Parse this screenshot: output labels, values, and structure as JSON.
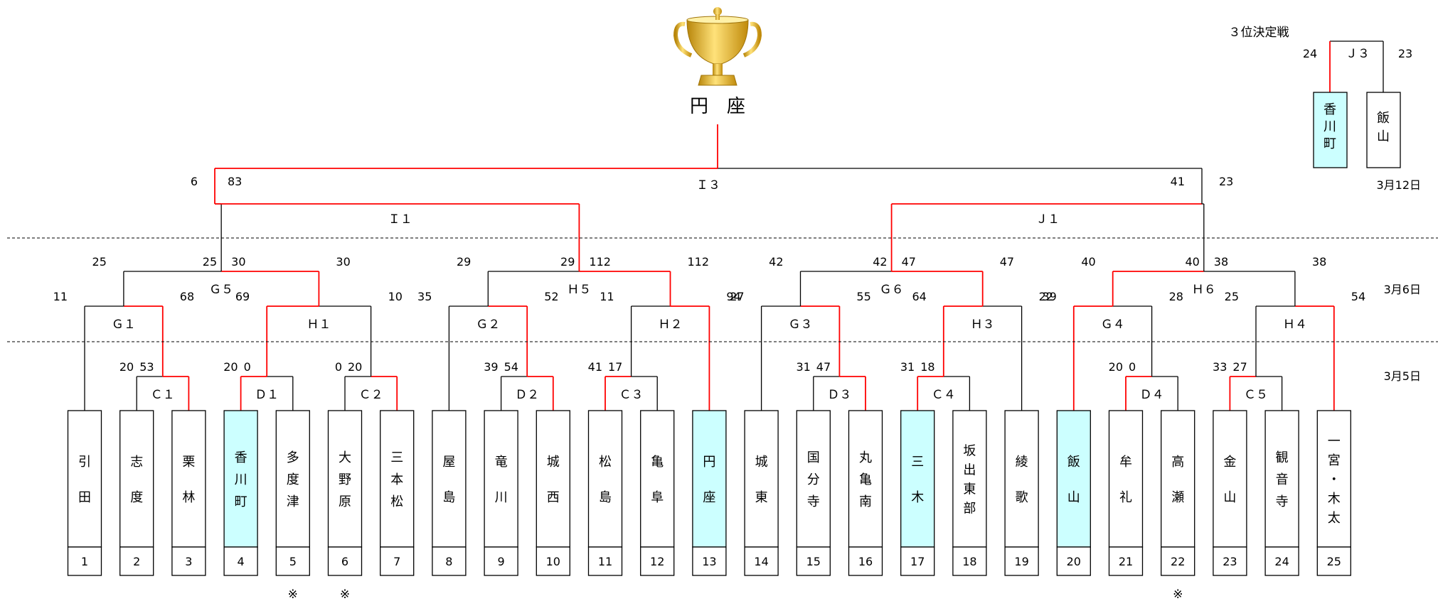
{
  "champion": "円　座",
  "third_place": {
    "title": "３位決定戦",
    "match": "Ｊ３",
    "left_score": "24",
    "right_score": "23",
    "left_team": "香川町",
    "right_team": "飯山",
    "winner": "left"
  },
  "dates": [
    "3月12日",
    "3月6日",
    "3月5日"
  ],
  "note_mark": "※",
  "colors": {
    "win": "#ff0000",
    "line": "#000000",
    "highlight": "#ccffff"
  },
  "teams": [
    {
      "num": "1",
      "name": "引田"
    },
    {
      "num": "2",
      "name": "志度"
    },
    {
      "num": "3",
      "name": "栗林"
    },
    {
      "num": "4",
      "name": "香川町",
      "hl": true
    },
    {
      "num": "5",
      "name": "多度津",
      "note": true
    },
    {
      "num": "6",
      "name": "大野原",
      "note": true
    },
    {
      "num": "7",
      "name": "三本松"
    },
    {
      "num": "8",
      "name": "屋島"
    },
    {
      "num": "9",
      "name": "竜川"
    },
    {
      "num": "10",
      "name": "城西"
    },
    {
      "num": "11",
      "name": "松島"
    },
    {
      "num": "12",
      "name": "亀阜"
    },
    {
      "num": "13",
      "name": "円座",
      "hl": true
    },
    {
      "num": "14",
      "name": "城東"
    },
    {
      "num": "15",
      "name": "国分寺"
    },
    {
      "num": "16",
      "name": "丸亀南"
    },
    {
      "num": "17",
      "name": "三木",
      "hl": true
    },
    {
      "num": "18",
      "name": "坂出東部"
    },
    {
      "num": "19",
      "name": "綾歌"
    },
    {
      "num": "20",
      "name": "飯山",
      "hl": true
    },
    {
      "num": "21",
      "name": "牟礼"
    },
    {
      "num": "22",
      "name": "高瀬",
      "note": true
    },
    {
      "num": "23",
      "name": "金山"
    },
    {
      "num": "24",
      "name": "観音寺"
    },
    {
      "num": "25",
      "name": "一宮・木太"
    }
  ],
  "matches": [
    {
      "label": "Ｃ１",
      "a": "2",
      "b": "3",
      "sa": "20",
      "sb": "53",
      "win": "b"
    },
    {
      "label": "Ｄ１",
      "a": "4",
      "b": "5",
      "sa": "20",
      "sb": "0",
      "win": "a"
    },
    {
      "label": "Ｃ２",
      "a": "6",
      "b": "7",
      "sa": "0",
      "sb": "20",
      "win": "b"
    },
    {
      "label": "Ｄ２",
      "a": "9",
      "b": "10",
      "sa": "39",
      "sb": "54",
      "win": "b"
    },
    {
      "label": "Ｃ３",
      "a": "11",
      "b": "12",
      "sa": "41",
      "sb": "17",
      "win": "a"
    },
    {
      "label": "Ｄ３",
      "a": "15",
      "b": "16",
      "sa": "31",
      "sb": "47",
      "win": "b"
    },
    {
      "label": "Ｃ４",
      "a": "17",
      "b": "18",
      "sa": "31",
      "sb": "18",
      "win": "a"
    },
    {
      "label": "Ｄ４",
      "a": "21",
      "b": "22",
      "sa": "20",
      "sb": "0",
      "win": "a"
    },
    {
      "label": "Ｃ５",
      "a": "23",
      "b": "24",
      "sa": "33",
      "sb": "27",
      "win": "a"
    },
    {
      "label": "Ｇ１",
      "a": "1",
      "b": "C1",
      "sa": "11",
      "sb": "68",
      "win": "b"
    },
    {
      "label": "Ｈ１",
      "a": "D1",
      "b": "C2",
      "sa": "69",
      "sb": "10",
      "win": "a"
    },
    {
      "label": "Ｇ２",
      "a": "8",
      "b": "D2",
      "sa": "35",
      "sb": "52",
      "win": "b"
    },
    {
      "label": "Ｈ２",
      "a": "C3",
      "b": "13",
      "sa": "11",
      "sb": "94",
      "win": "b"
    },
    {
      "label": "Ｇ３",
      "a": "14",
      "b": "D3",
      "sa": "27",
      "sb": "55",
      "win": "b"
    },
    {
      "label": "Ｈ３",
      "a": "C4",
      "b": "19",
      "sa": "64",
      "sb": "22",
      "win": "a"
    },
    {
      "label": "Ｇ４",
      "a": "20",
      "b": "D4",
      "sa": "39",
      "sb": "28",
      "win": "a"
    },
    {
      "label": "Ｈ４",
      "a": "C5",
      "b": "25",
      "sa": "25",
      "sb": "54",
      "win": "b"
    },
    {
      "label": "Ｇ５",
      "a": "G1",
      "b": "H1",
      "sa": "25",
      "sb": "30",
      "win": "b"
    },
    {
      "label": "Ｈ５",
      "a": "G2",
      "b": "H2",
      "sa": "29",
      "sb": "112",
      "win": "b"
    },
    {
      "label": "Ｇ６",
      "a": "G3",
      "b": "H3",
      "sa": "42",
      "sb": "47",
      "win": "b"
    },
    {
      "label": "Ｈ６",
      "a": "G4",
      "b": "H4",
      "sa": "40",
      "sb": "38",
      "win": "a"
    },
    {
      "label": "Ｉ１",
      "a": "G5",
      "b": "H5",
      "sa": "",
      "sb": "",
      "win": "b"
    },
    {
      "label": "Ｊ１",
      "a": "G6",
      "b": "H6",
      "sa": "",
      "sb": "",
      "win": "a"
    },
    {
      "label": "Ｉ３",
      "a": "I1",
      "b": "J1",
      "sa": "6",
      "sb": "83",
      "sc": "41",
      "sd": "23",
      "win": "a"
    }
  ]
}
